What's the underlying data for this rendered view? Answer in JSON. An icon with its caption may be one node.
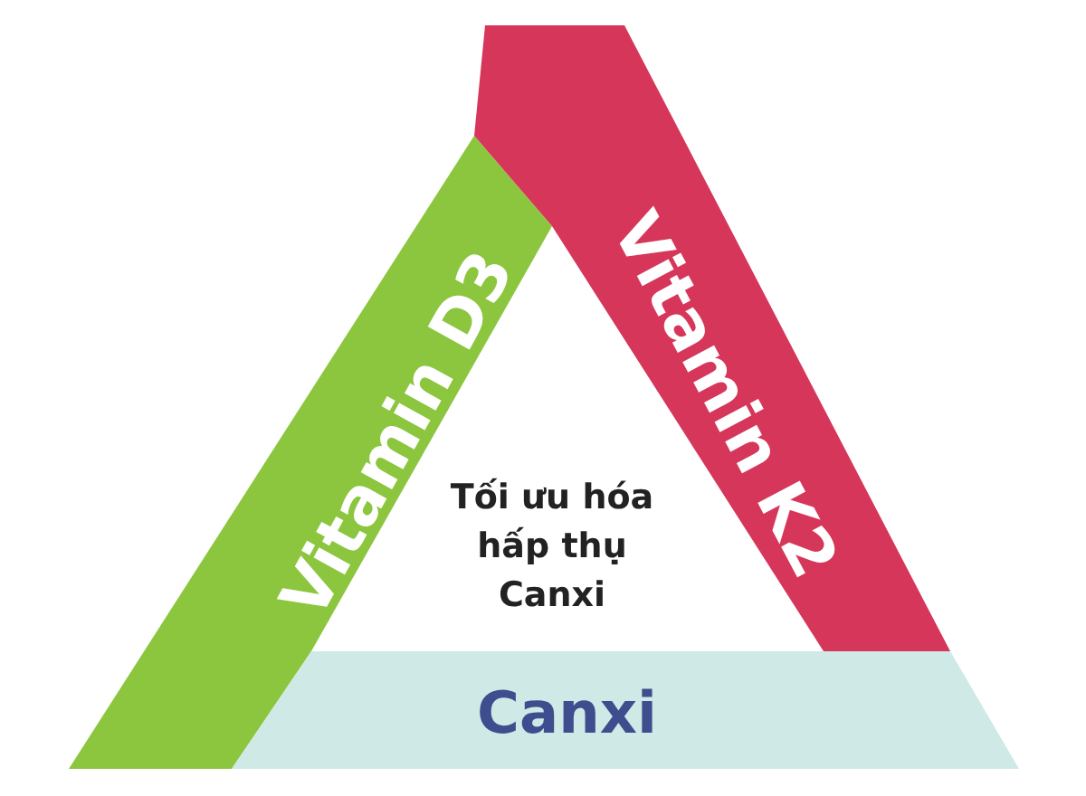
{
  "diagram": {
    "nodes": [
      {
        "text": [
          "Vitamin D3"
        ]
      },
      {
        "text": [
          "Vitamin K2"
        ]
      },
      {
        "text": [
          "Canxi"
        ]
      }
    ],
    "labels": [
      "Tối ưu hóa hấp thụ Canxi"
    ]
  }
}
